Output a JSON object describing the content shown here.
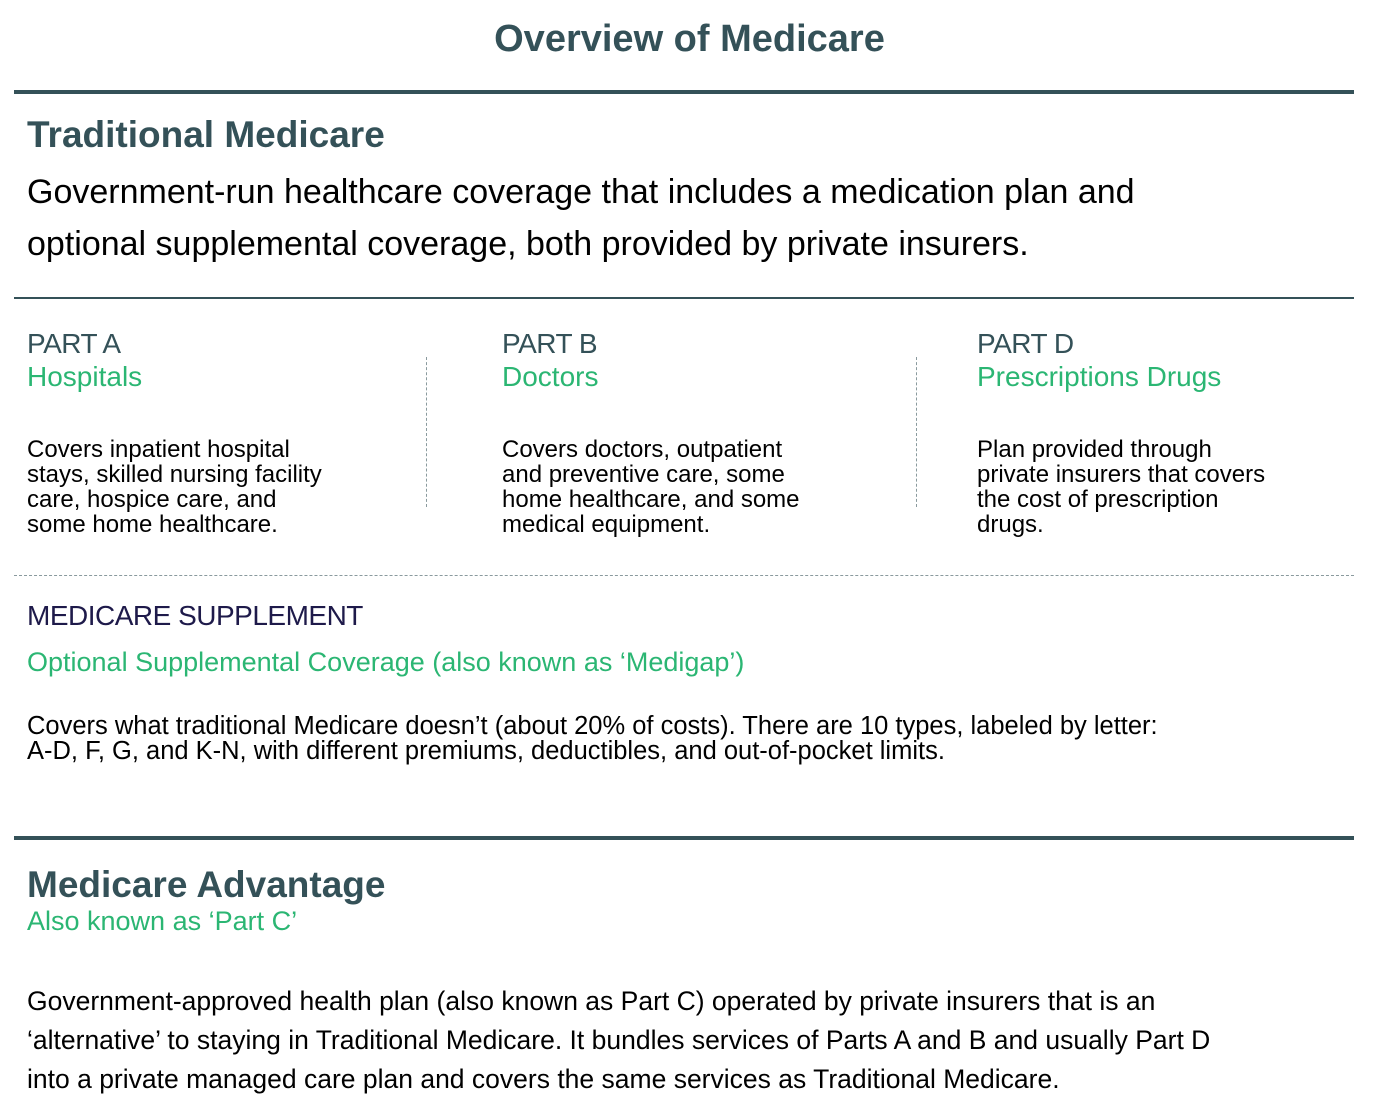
{
  "title": "Overview of Medicare",
  "traditional": {
    "heading": "Traditional Medicare",
    "description_lines": [
      "Government-run healthcare coverage that includes a medication plan and",
      "optional supplemental coverage, both provided by private insurers."
    ],
    "parts": [
      {
        "label": "PART A",
        "subtitle": "Hospitals",
        "lines": [
          "Covers inpatient hospital",
          "stays, skilled nursing facility",
          "care, hospice care, and",
          "some home healthcare."
        ]
      },
      {
        "label": "PART B",
        "subtitle": "Doctors",
        "lines": [
          "Covers doctors, outpatient",
          "and preventive care, some",
          "home healthcare, and some",
          "medical equipment."
        ]
      },
      {
        "label": "PART D",
        "subtitle": "Prescriptions Drugs",
        "lines": [
          "Plan provided through",
          "private insurers that covers",
          "the cost of prescription",
          "drugs."
        ]
      }
    ]
  },
  "supplement": {
    "heading": "MEDICARE SUPPLEMENT",
    "subtitle": "Optional Supplemental Coverage (also known as ‘Medigap’)",
    "lines": [
      "Covers what traditional Medicare doesn’t (about 20% of costs). There are 10 types, labeled by letter:",
      "A-D, F, G, and K-N, with different premiums, deductibles, and out-of-pocket limits."
    ]
  },
  "advantage": {
    "heading": "Medicare Advantage",
    "subtitle": "Also known as ‘Part C’",
    "lines": [
      "Government-approved health plan (also known as Part C) operated by private insurers that is an",
      "‘alternative’ to staying in Traditional Medicare. It bundles services of Parts A and B and usually Part D",
      "into a private managed care plan and covers the same services as Traditional Medicare."
    ]
  },
  "colors": {
    "teal": "#345158",
    "green": "#2bb673",
    "navy": "#1e1a4a"
  }
}
